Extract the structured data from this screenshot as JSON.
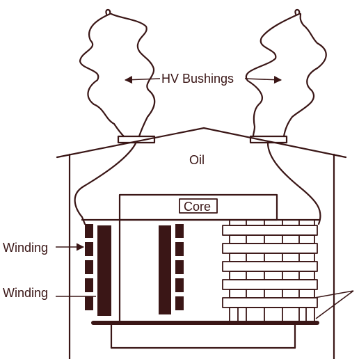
{
  "labels": {
    "bushings": "HV Bushings",
    "oil": "Oil",
    "core": "Core",
    "winding_top": "Winding",
    "winding_bottom": "Winding"
  },
  "colors": {
    "ink": "#3a1616",
    "background": "#ffffff"
  }
}
